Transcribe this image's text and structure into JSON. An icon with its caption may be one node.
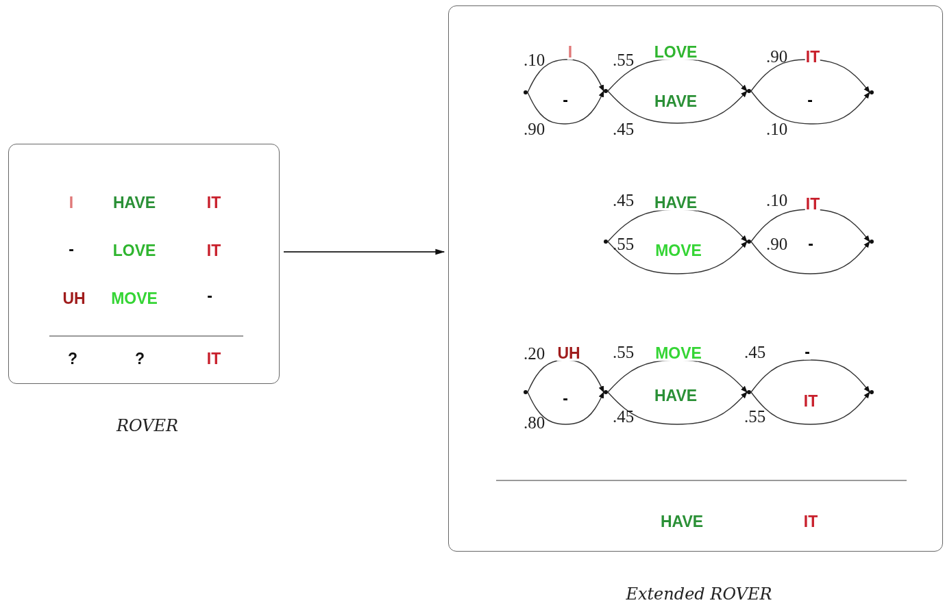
{
  "diagram": {
    "nodes": [
      {
        "text": [],
        "shape": "box",
        "beside": [
          "ROVER"
        ]
      },
      {
        "text": [],
        "shape": "box",
        "beside": [
          "Extended ROVER"
        ]
      },
      {
        "text": [],
        "shape": "circle",
        "in": 1
      },
      {
        "text": [],
        "shape": "circle",
        "in": 1
      },
      {
        "text": [],
        "shape": "circle",
        "in": 1
      },
      {
        "text": [],
        "shape": "circle",
        "in": 1
      },
      {
        "text": [],
        "shape": "circle",
        "in": 1
      },
      {
        "text": [],
        "shape": "circle",
        "in": 1
      },
      {
        "text": [],
        "shape": "circle",
        "in": 1
      },
      {
        "text": [],
        "shape": "circle",
        "in": 1
      },
      {
        "text": [],
        "shape": "circle",
        "in": 1
      },
      {
        "text": [],
        "shape": "circle",
        "in": 1
      },
      {
        "text": [],
        "shape": "circle",
        "in": 1
      }
    ],
    "edges": [
      {
        "from": 0,
        "to": 1,
        "arrow": "to"
      },
      {
        "from": 2,
        "to": 3,
        "arrow": "to",
        "label": "I"
      },
      {
        "from": 2,
        "to": 3,
        "arrow": "to",
        "label": "-"
      },
      {
        "from": 3,
        "to": 4,
        "arrow": "to",
        "label": "LOVE"
      },
      {
        "from": 3,
        "to": 4,
        "arrow": "to",
        "label": "HAVE"
      },
      {
        "from": 4,
        "to": 5,
        "arrow": "to",
        "label": "IT"
      },
      {
        "from": 4,
        "to": 5,
        "arrow": "to",
        "label": "-"
      },
      {
        "from": 6,
        "to": 7,
        "arrow": "to",
        "label": "HAVE"
      },
      {
        "from": 6,
        "to": 7,
        "arrow": "to",
        "label": "MOVE"
      },
      {
        "from": 7,
        "to": 8,
        "arrow": "to",
        "label": "IT"
      },
      {
        "from": 7,
        "to": 8,
        "arrow": "to",
        "label": "-"
      },
      {
        "from": 9,
        "to": 10,
        "arrow": "to",
        "label": "UH"
      },
      {
        "from": 9,
        "to": 10,
        "arrow": "to",
        "label": "-"
      },
      {
        "from": 10,
        "to": 11,
        "arrow": "to",
        "label": "MOVE"
      },
      {
        "from": 10,
        "to": 11,
        "arrow": "to",
        "label": "HAVE"
      },
      {
        "from": 11,
        "to": 12,
        "arrow": "to",
        "label": "-"
      },
      {
        "from": 11,
        "to": 12,
        "arrow": "to",
        "label": "IT"
      }
    ],
    "labels": [
      "I",
      "HAVE",
      "IT",
      "-",
      "LOVE",
      "IT",
      "UH",
      "MOVE",
      "-",
      "?",
      "?",
      "IT",
      ".10",
      ".55",
      ".90",
      ".90",
      ".45",
      ".10",
      ".45",
      ".10",
      ".55",
      ".90",
      ".20",
      ".55",
      ".45",
      ".80",
      ".45",
      ".55",
      "HAVE",
      "IT"
    ]
  }
}
